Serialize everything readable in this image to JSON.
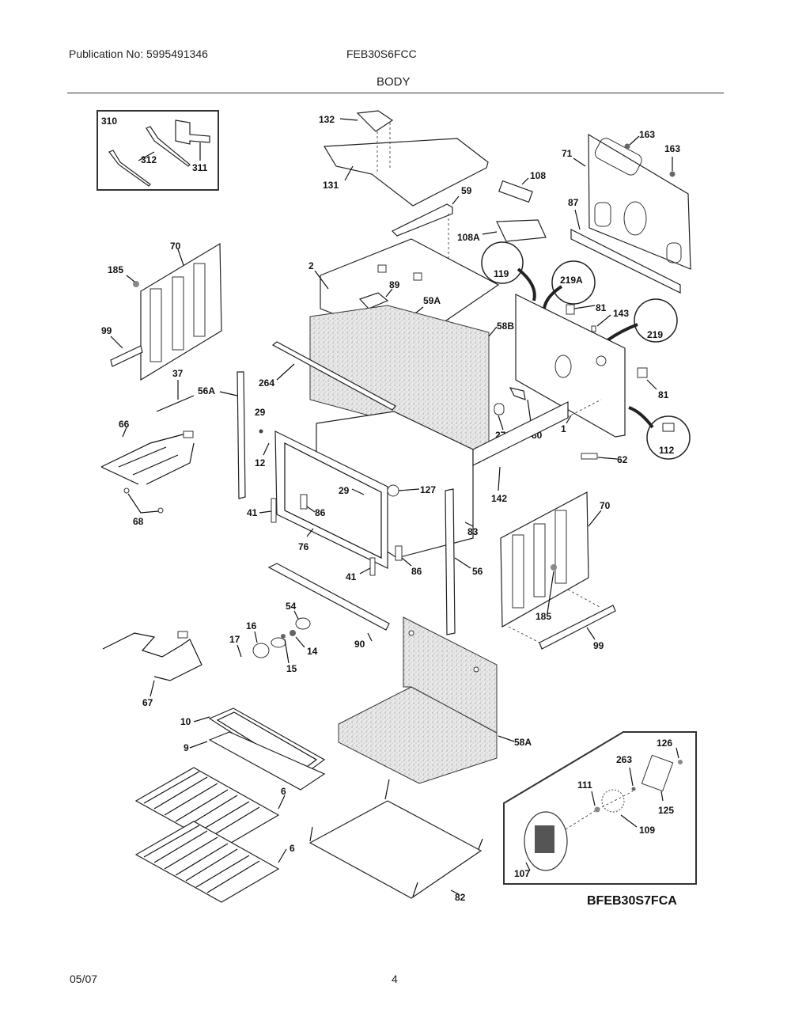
{
  "header": {
    "publication": "Publication No: 5995491346",
    "model": "FEB30S6FCC",
    "section_title": "BODY"
  },
  "footer": {
    "date": "05/07",
    "page": "4"
  },
  "diagram": {
    "inset_top_left": {
      "box_label": "310",
      "callouts": [
        "312",
        "311"
      ]
    },
    "inset_fan": {
      "callouts": [
        "126",
        "263",
        "111",
        "125",
        "109",
        "107"
      ]
    },
    "figure_code": "BFEB30S7FCA",
    "callouts": {
      "c132": "132",
      "c131": "131",
      "c59": "59",
      "c108": "108",
      "c108A": "108A",
      "c163a": "163",
      "c163b": "163",
      "c71": "71",
      "c87": "87",
      "c119": "119",
      "c219A": "219A",
      "c219": "219",
      "c81a": "81",
      "c81b": "81",
      "c143": "143",
      "c58B": "58B",
      "c2": "2",
      "c89": "89",
      "c59A": "59A",
      "c70a": "70",
      "c185a": "185",
      "c99a": "99",
      "c37": "37",
      "c56A": "56A",
      "c264": "264",
      "c29a": "29",
      "c12": "12",
      "c66": "66",
      "c68": "68",
      "c41a": "41",
      "c86a": "86",
      "c76": "76",
      "c29b": "29",
      "c127": "127",
      "c272": "272",
      "c80": "80",
      "c1": "1",
      "c112": "112",
      "c62": "62",
      "c142": "142",
      "c83": "83",
      "c41b": "41",
      "c86b": "86",
      "c56": "56",
      "c70b": "70",
      "c185b": "185",
      "c99b": "99",
      "c54": "54",
      "c16": "16",
      "c17": "17",
      "c14": "14",
      "c15": "15",
      "c90": "90",
      "c67": "67",
      "c10": "10",
      "c9": "9",
      "c58A": "58A",
      "c6a": "6",
      "c6b": "6",
      "c82": "82"
    }
  }
}
